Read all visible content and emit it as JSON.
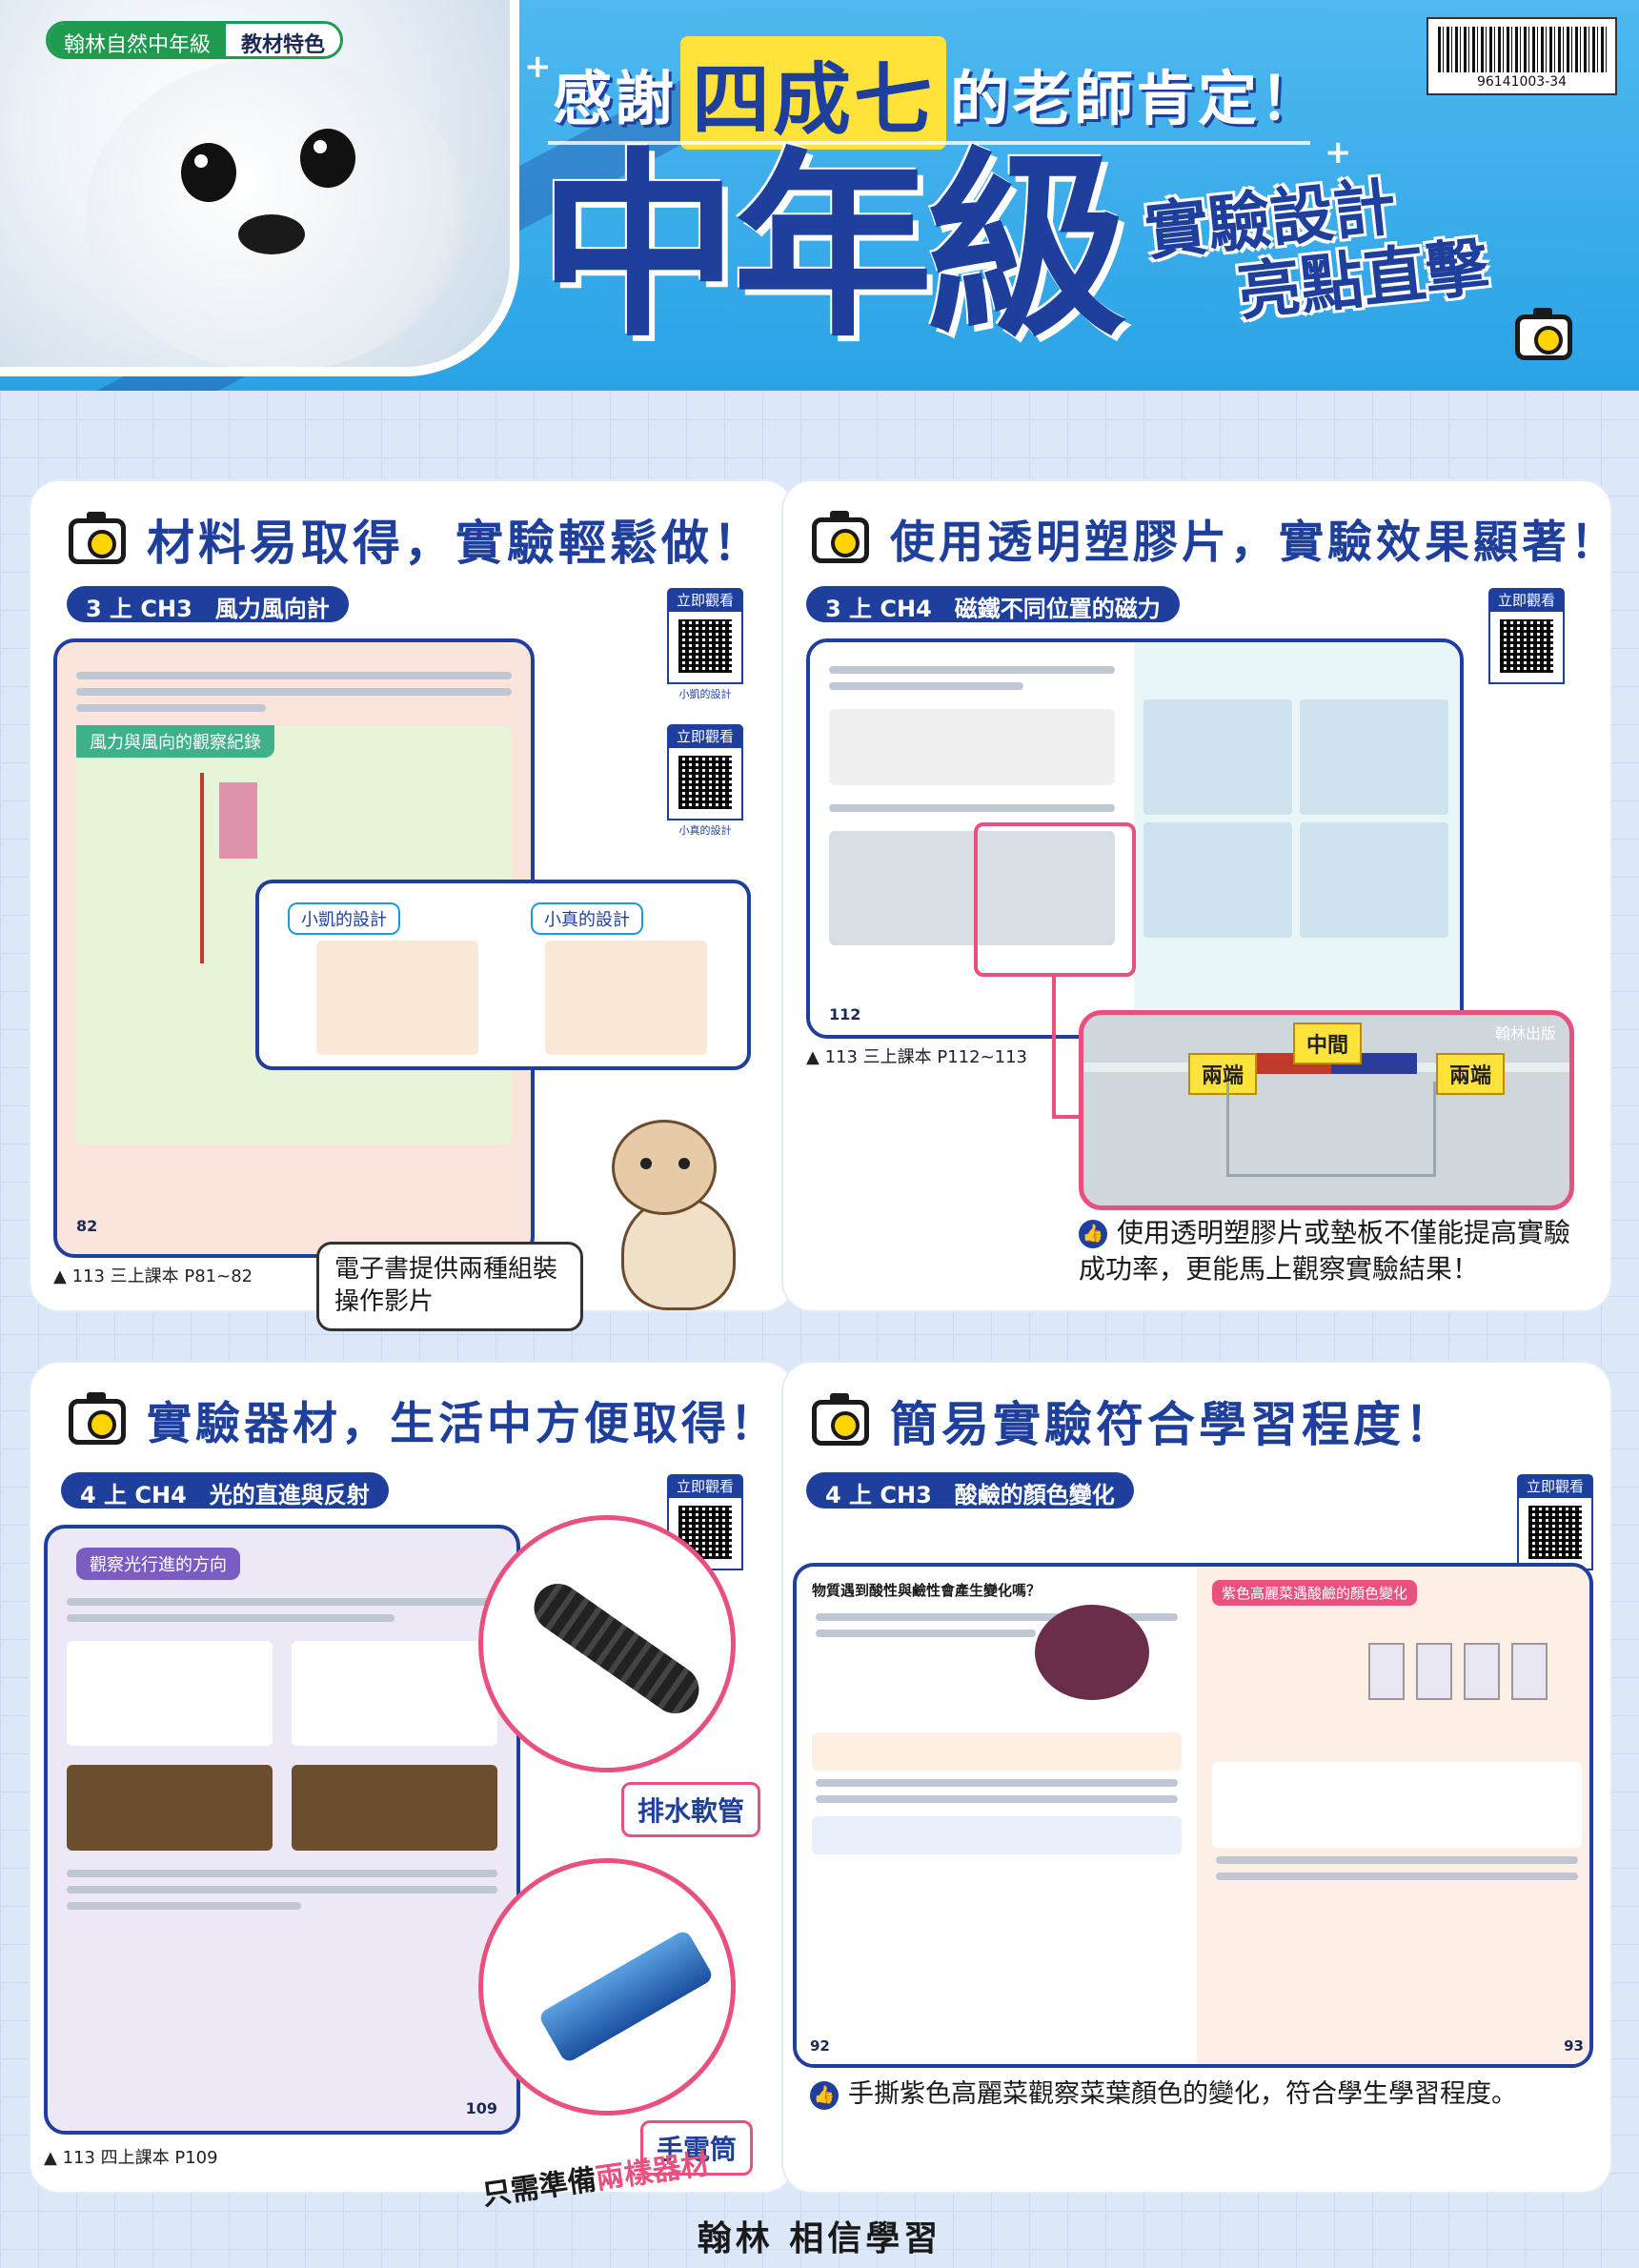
{
  "header": {
    "brand": "翰林自然中年級",
    "tag": "教材特色",
    "thanks_pre": "感謝",
    "thanks_highlight": "四成七",
    "thanks_post": "的老師肯定！",
    "title": "中年級",
    "subtitle_1": "實驗設計",
    "subtitle_2": "亮點直擊",
    "barcode_number": "96141003-34"
  },
  "qr_label": "立即觀看",
  "panels": {
    "p1": {
      "title": "材料易取得，實驗輕鬆做！",
      "chip": "3 上 CH3　風力風向計",
      "qr1_caption": "小凱的設計",
      "qr2_caption": "小真的設計",
      "page_heading": "風力與風向的觀察紀錄",
      "design_a": "小凱的設計",
      "design_b": "小真的設計",
      "page_number": "82",
      "caption": "▲ 113 三上課本 P81~82",
      "callout": "電子書提供兩種組裝操作影片"
    },
    "p2": {
      "title": "使用透明塑膠片，實驗效果顯著！",
      "chip": "3 上 CH4　磁鐵不同位置的磁力",
      "page_number": "112",
      "caption": "▲ 113 三上課本 P112~113",
      "label_middle": "中間",
      "label_end_left": "兩端",
      "label_end_right": "兩端",
      "watermark": "翰林出版",
      "note": "使用透明塑膠片或墊板不僅能提高實驗成功率，更能馬上觀察實驗結果！"
    },
    "p3": {
      "title": "實驗器材，生活中方便取得！",
      "chip": "4 上 CH4　光的直進與反射",
      "page_heading": "觀察光行進的方向",
      "page_number": "109",
      "caption": "▲ 113 四上課本 P109",
      "item_1": "排水軟管",
      "item_2": "手電筒",
      "handwritten_pre": "只需準備",
      "handwritten_highlight": "兩樣器材"
    },
    "p4": {
      "title": "簡易實驗符合學習程度！",
      "chip": "4 上 CH3　酸鹼的顏色變化",
      "left_heading": "物質遇到酸性與鹼性會產生變化嗎？",
      "right_heading": "紫色高麗菜遇酸鹼的顏色變化",
      "page_left": "92",
      "page_right": "93",
      "note": "手撕紫色高麗菜觀察菜葉顏色的變化，符合學生學習程度。"
    }
  },
  "footer": "翰林 相信學習",
  "colors": {
    "navy": "#1e3f9c",
    "sky": "#2aa3e6",
    "yellow": "#ffe23a",
    "pink": "#e8507e",
    "green": "#1e9b4e"
  }
}
